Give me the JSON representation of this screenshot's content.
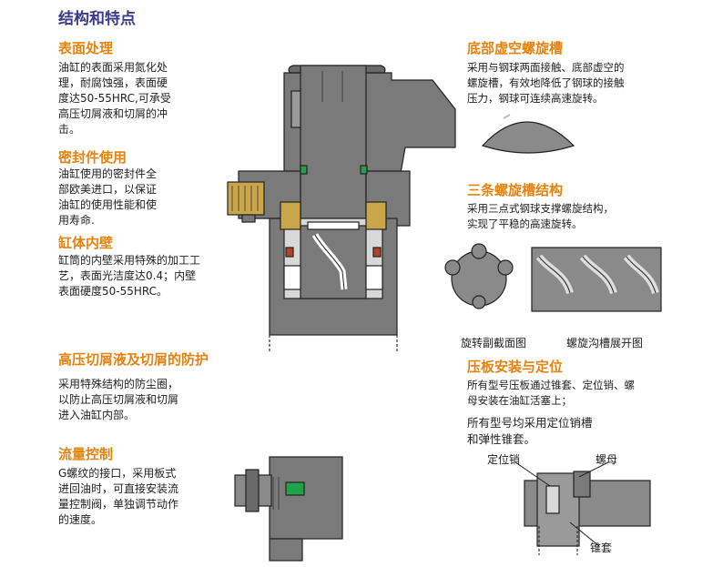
{
  "page_title": "结构和特点",
  "sections": {
    "surface": {
      "heading": "表面处理",
      "lines": [
        "油缸的表面采用氮化处",
        "理，耐腐蚀强，表面硬",
        "度达50-55HRC,可承受",
        "高压切屑液和切屑的冲",
        "击。"
      ]
    },
    "seal": {
      "heading": "密封件使用",
      "lines": [
        "油缸使用的密封件全",
        "部欧美进口，以保证",
        "油缸的使用性能和使",
        "用寿命."
      ]
    },
    "bore": {
      "heading": "缸体内壁",
      "lines": [
        "缸筒的内壁采用特殊的加工工",
        "艺，表面光洁度达0.4；内壁",
        "表面硬度50-55HRC。"
      ]
    },
    "chip_guard": {
      "heading": "高压切屑液及切屑的防护",
      "lines": [
        "采用特殊结构的防尘圈，",
        "以防止高压切屑液和切屑",
        "进入油缸内部。"
      ]
    },
    "flow": {
      "heading": "流量控制",
      "lines": [
        "G螺纹的接口，采用板式",
        "进回油时，可直接安装流",
        "量控制阀，单独调节动作",
        "的速度。"
      ]
    },
    "bottom_groove": {
      "heading": "底部虚空螺旋槽",
      "lines": [
        "采用与钢球两面接触、底部虚空的",
        "螺旋槽，有效地降低了钢球的接触",
        "压力，钢球可连续高速旋转。"
      ]
    },
    "three_groove": {
      "heading": "三条螺旋槽结构",
      "lines": [
        "采用三点式钢球支撑螺旋结构，",
        "实现了平稳的高速旋转。"
      ]
    },
    "plate": {
      "heading": "压板安装与定位",
      "lines": [
        "所有型号压板通过锥套、定位销、螺",
        "母安装在油缸活塞上；"
      ],
      "lines2": [
        "所有型号均采用定位销槽",
        "和弹性锥套。"
      ]
    }
  },
  "captions": {
    "section_view": "旋转副截面图",
    "groove_view": "螺旋沟槽展开图",
    "locating_pin": "定位销",
    "nut": "螺母",
    "cone_sleeve": "锥套"
  },
  "colors": {
    "title": "#3a3a8c",
    "heading": "#e6820e",
    "metal": "#7a7a7a",
    "metal_light": "#bdbdbd",
    "seal": "#c9a64a",
    "oring": "#b0442a",
    "green": "#1ea34a"
  }
}
